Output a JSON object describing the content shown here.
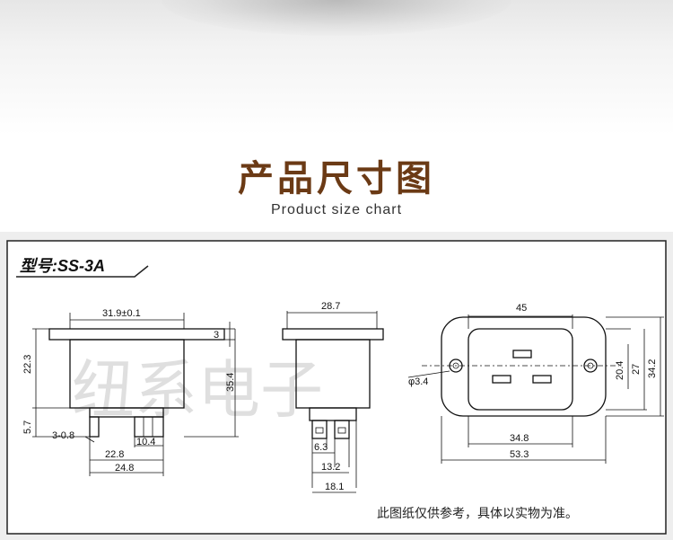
{
  "header": {
    "cn_title": "产品尺寸图",
    "en_title": "Product size chart"
  },
  "drawing": {
    "model": "型号:SS-3A",
    "watermark": "纽系电子",
    "note": "此图纸仅供参考，具体以实物为准。",
    "side_view": {
      "dims": [
        "31.9±0.1",
        "3",
        "22.3",
        "35.4",
        "5.7",
        "3-0.8",
        "22.8",
        "10.4",
        "24.8"
      ]
    },
    "end_view": {
      "dims": [
        "28.7",
        "6.3",
        "13.2",
        "18.1"
      ]
    },
    "front_view": {
      "dims": [
        "45",
        "20.4",
        "27",
        "34.2",
        "φ3.4",
        "34.8",
        "53.3"
      ]
    }
  }
}
